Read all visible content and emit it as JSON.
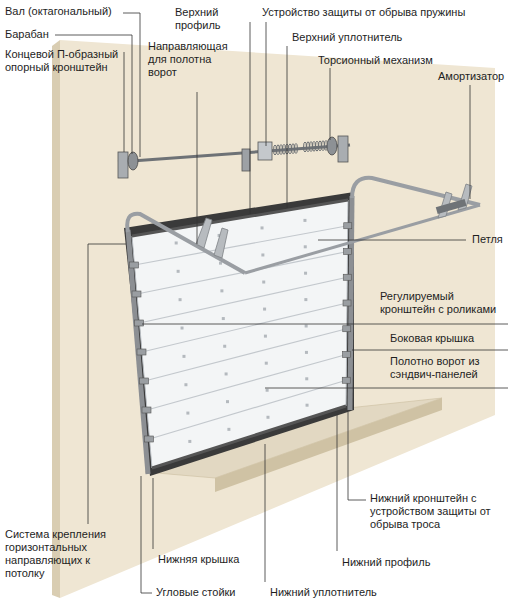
{
  "diagram": {
    "labels": [
      "Вал (октагональный)",
      "Верхний профиль",
      "Устройство защиты от обрыва пружины",
      "Барабан",
      "Направляющая для полотна ворот",
      "Верхний уплотнитель",
      "Концевой П-образный опорный кронштейн",
      "Торсионный механизм",
      "Амортизатор",
      "Петля",
      "Регулируемый кронштейн с роликами",
      "Боковая крышка",
      "Полотно ворот из сэндвич-панелей",
      "Нижний кронштейн с устройством защиты от обрыва троса",
      "Система крепления горизонтальных направляющих к потолку",
      "Нижняя крышка",
      "Нижний профиль",
      "Угловые стойки",
      "Нижний уплотнитель"
    ]
  }
}
